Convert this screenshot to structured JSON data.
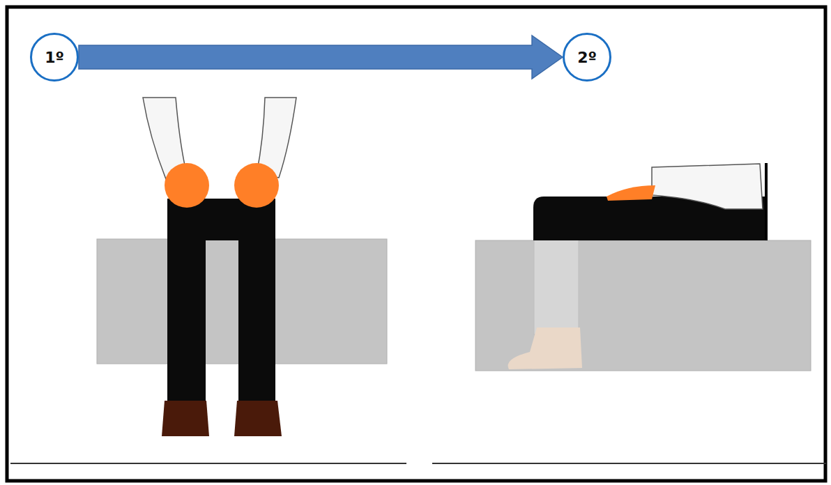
{
  "diagram": {
    "nodes": [
      {
        "text": [
          "1º"
        ]
      },
      {
        "text": [
          "2º"
        ]
      }
    ],
    "edges": [
      {
        "from": 0,
        "to": 1,
        "arrow": "to"
      }
    ]
  }
}
